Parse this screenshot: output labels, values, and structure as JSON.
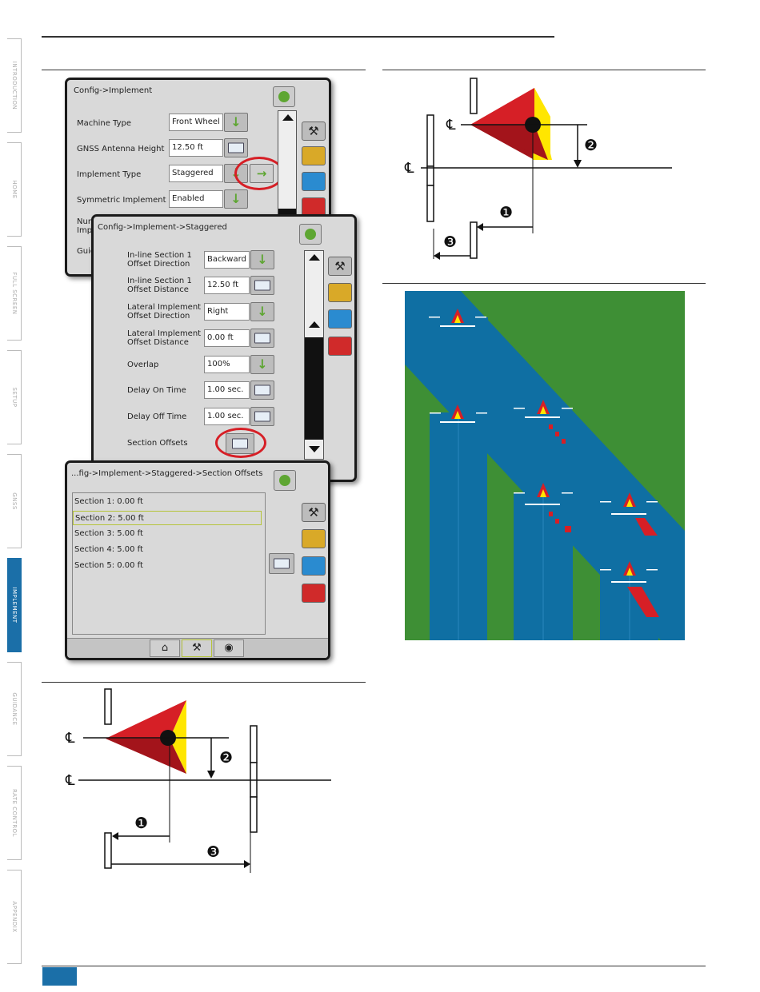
{
  "side_tabs": [
    {
      "label": "INTRODUCTION",
      "active": false
    },
    {
      "label": "HOME",
      "active": false
    },
    {
      "label": "FULL SCREEN",
      "active": false
    },
    {
      "label": "SETUP",
      "active": false
    },
    {
      "label": "GNSS",
      "active": false
    },
    {
      "label": "IMPLEMENT",
      "active": true
    },
    {
      "label": "GUIDANCE",
      "active": false
    },
    {
      "label": "RATE CONTROL",
      "active": false
    },
    {
      "label": "APPENDIX",
      "active": false
    }
  ],
  "screen1": {
    "breadcrumb": "Config->Implement",
    "rows": [
      {
        "label": "Machine Type",
        "value": "Front Wheel"
      },
      {
        "label": "GNSS Antenna Height",
        "value": "12.50 ft"
      },
      {
        "label": "Implement Type",
        "value": "Staggered"
      },
      {
        "label": "Symmetric Implement",
        "value": "Enabled"
      },
      {
        "label": "Num",
        "value": ""
      },
      {
        "label": "Imp",
        "value": ""
      },
      {
        "label": "Guid",
        "value": ""
      }
    ]
  },
  "screen2": {
    "breadcrumb": "Config->Implement->Staggered",
    "rows": [
      {
        "label": "In-line Section 1\nOffset Direction",
        "value": "Backward"
      },
      {
        "label": "In-line Section 1\nOffset Distance",
        "value": "12.50 ft"
      },
      {
        "label": "Lateral Implement\nOffset Direction",
        "value": "Right"
      },
      {
        "label": "Lateral Implement\nOffset Distance",
        "value": "0.00 ft"
      },
      {
        "label": "Overlap",
        "value": "100%"
      },
      {
        "label": "Delay On Time",
        "value": "1.00 sec."
      },
      {
        "label": "Delay Off Time",
        "value": "1.00 sec."
      },
      {
        "label": "Section Offsets",
        "value": ""
      }
    ]
  },
  "screen3": {
    "breadcrumb": "...fig->Implement->Staggered->Section Offsets",
    "items": [
      "Section 1: 0.00 ft",
      "Section 2: 5.00 ft",
      "Section 3: 5.00 ft",
      "Section 4: 5.00 ft",
      "Section 5: 0.00 ft"
    ],
    "selected_index": 1
  },
  "diagram_markers": {
    "one": "❶",
    "two": "❷",
    "three": "❸"
  },
  "centerline_symbol": "℄",
  "colors": {
    "tab_blue": "#1b6fa8",
    "field_green": "#3e8f35",
    "coverage_blue": "#0f6fa3",
    "tractor_red": "#d61f26",
    "tractor_dark_red": "#a3141b",
    "tractor_yellow": "#ffe600",
    "highlight_red": "#d61f26",
    "ui_green": "#5ea632"
  }
}
